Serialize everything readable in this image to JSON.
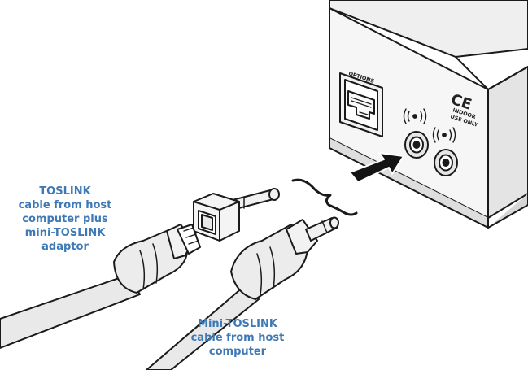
{
  "device": {
    "options_label": "OPTIONS",
    "ce_mark": "CE",
    "indoor_line1": "INDOOR",
    "indoor_line2": "USE ONLY"
  },
  "callouts": {
    "toslink": {
      "lines": [
        "TOSLINK",
        "cable from host",
        "computer plus",
        "mini-TOSLINK",
        "adaptor"
      ]
    },
    "mini_toslink": {
      "lines": [
        "Mini-TOSLINK",
        "cable from host",
        "computer"
      ]
    }
  },
  "colors": {
    "label_blue": "#3e79b6",
    "device_body": "#f4f4f4",
    "outline": "#1a1a1a",
    "cable": "#e8e8e8"
  },
  "icons": [
    "optical-output-icon",
    "optical-output-icon",
    "insert-arrow-icon",
    "rj45-port-icon"
  ]
}
